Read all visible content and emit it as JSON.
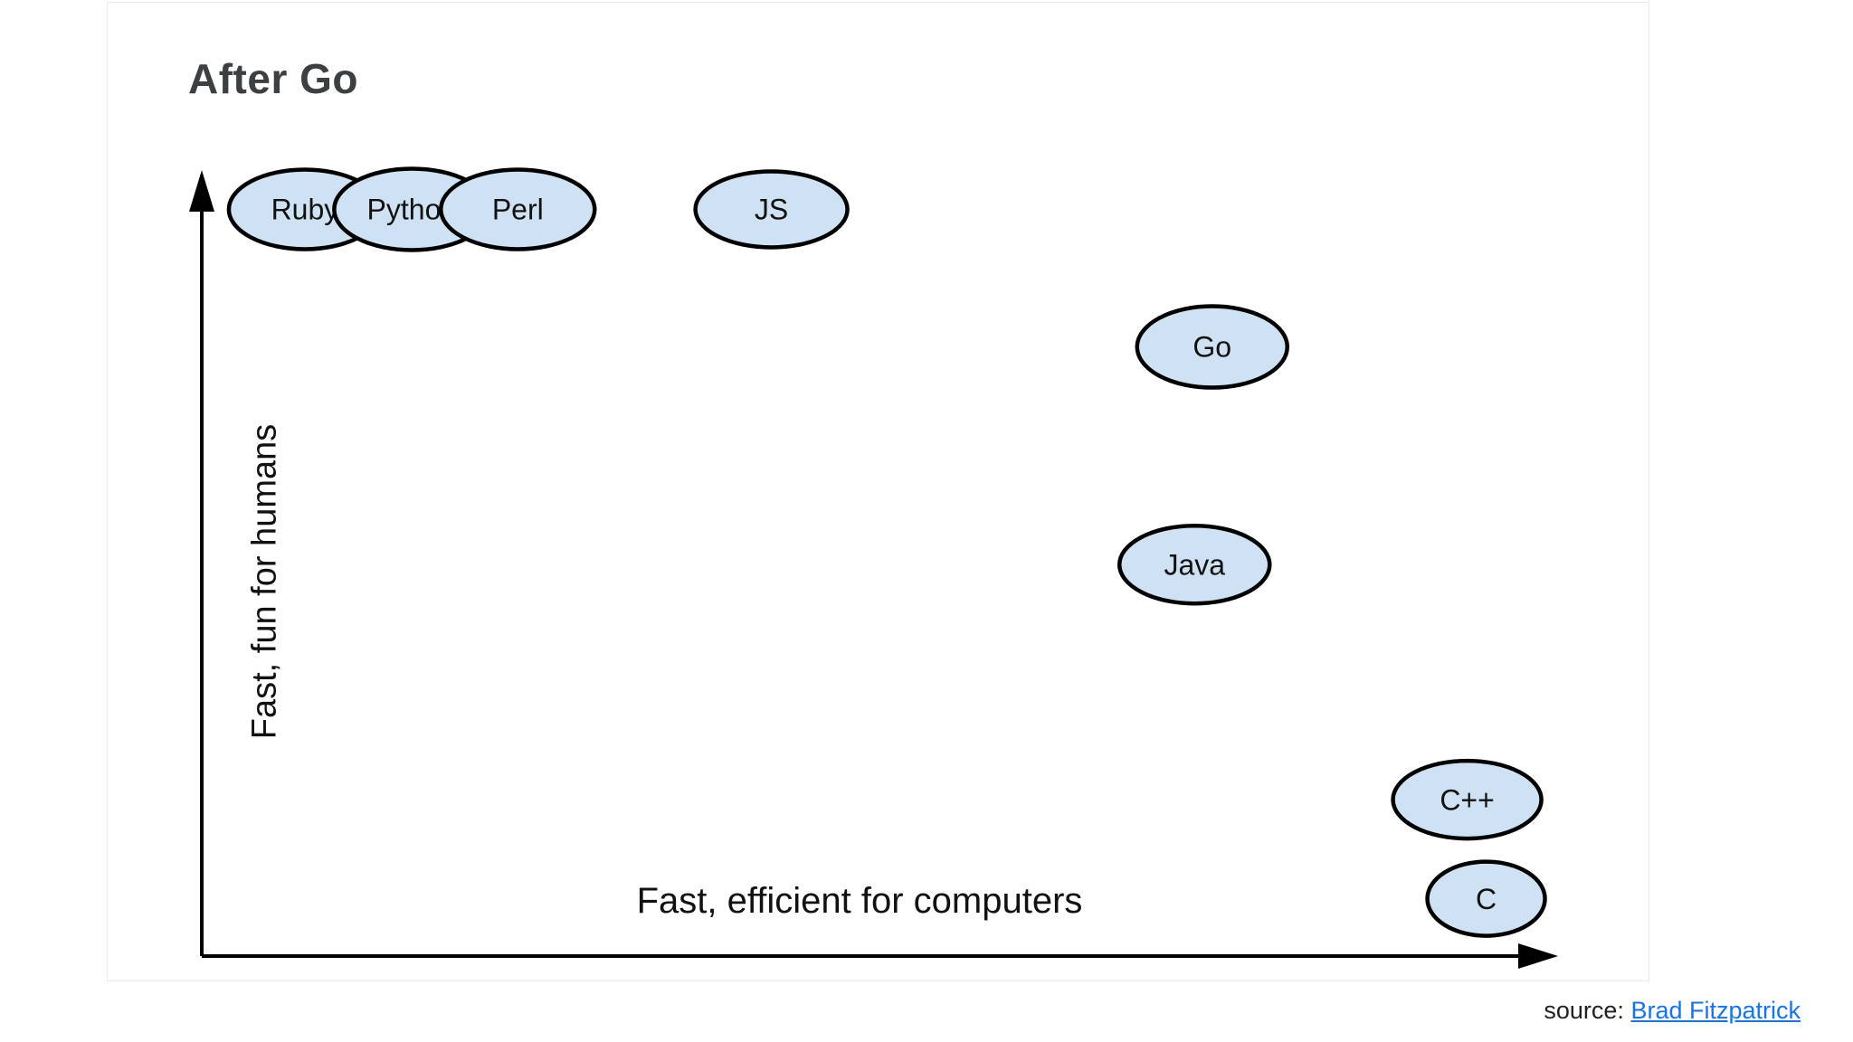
{
  "slide": {
    "title": "After Go"
  },
  "source": {
    "label": "source:",
    "link_text": "Brad Fitzpatrick"
  },
  "chart_data": {
    "type": "scatter",
    "title": "After Go",
    "xlabel": "Fast, efficient for computers",
    "ylabel": "Fast, fun for humans",
    "x_range": [
      0,
      1
    ],
    "y_range": [
      0,
      1
    ],
    "grid": false,
    "axis_style": "arrow-axes-no-ticks",
    "legend": "none",
    "points": [
      {
        "label": "Ruby",
        "x": 0.076,
        "y": 0.95,
        "rx": 84,
        "ry": 44
      },
      {
        "label": "Python",
        "x": 0.155,
        "y": 0.95,
        "rx": 86,
        "ry": 45
      },
      {
        "label": "Perl",
        "x": 0.233,
        "y": 0.95,
        "rx": 85,
        "ry": 44
      },
      {
        "label": "JS",
        "x": 0.42,
        "y": 0.95,
        "rx": 84,
        "ry": 42
      },
      {
        "label": "Go",
        "x": 0.745,
        "y": 0.775,
        "rx": 83,
        "ry": 45
      },
      {
        "label": "Java",
        "x": 0.732,
        "y": 0.498,
        "rx": 83,
        "ry": 43
      },
      {
        "label": "C++",
        "x": 0.933,
        "y": 0.199,
        "rx": 82,
        "ry": 43
      },
      {
        "label": "C",
        "x": 0.947,
        "y": 0.073,
        "rx": 65,
        "ry": 41
      }
    ],
    "colors": {
      "node_fill": "#cfe2f3",
      "node_stroke": "#000000",
      "node_text": "#111111",
      "axis": "#000000",
      "title": "#3c4043",
      "link": "#1a73e8"
    }
  }
}
